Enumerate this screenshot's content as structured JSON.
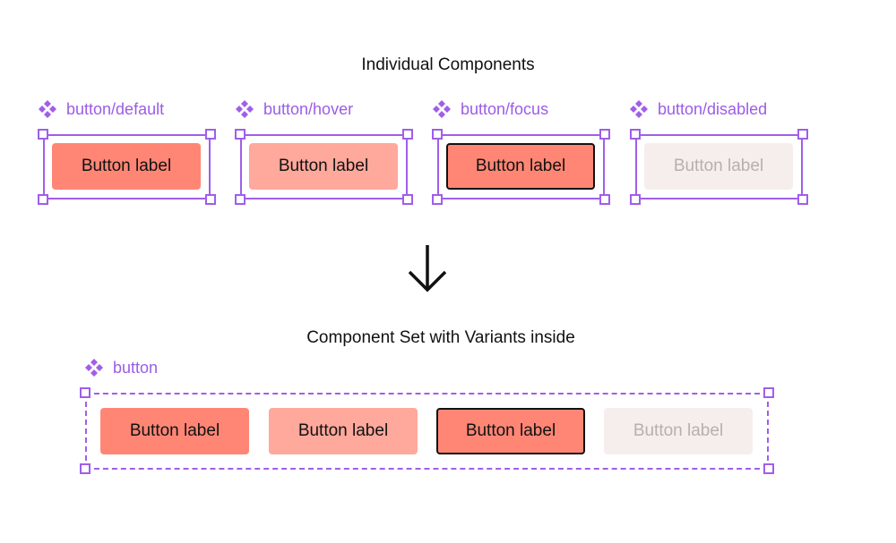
{
  "top_section": {
    "heading": "Individual Components",
    "components": [
      {
        "name": "button/default",
        "state": "default",
        "button_label": "Button label"
      },
      {
        "name": "button/hover",
        "state": "hover",
        "button_label": "Button label"
      },
      {
        "name": "button/focus",
        "state": "focus",
        "button_label": "Button label"
      },
      {
        "name": "button/disabled",
        "state": "disabled",
        "button_label": "Button label"
      }
    ]
  },
  "bottom_section": {
    "heading": "Component Set with Variants inside",
    "set_name": "button",
    "variants": [
      {
        "state": "default",
        "button_label": "Button label"
      },
      {
        "state": "hover",
        "button_label": "Button label"
      },
      {
        "state": "focus",
        "button_label": "Button label"
      },
      {
        "state": "disabled",
        "button_label": "Button label"
      }
    ]
  },
  "colors": {
    "accent_purple": "#a05eea",
    "button_default": "#ff8675",
    "button_hover": "#ffa89c",
    "button_disabled": "#f6eeec",
    "text_disabled": "#b5b0ae"
  },
  "icons": {
    "component_icon": "component-diamond-icon",
    "arrow_icon": "arrow-down-icon"
  }
}
